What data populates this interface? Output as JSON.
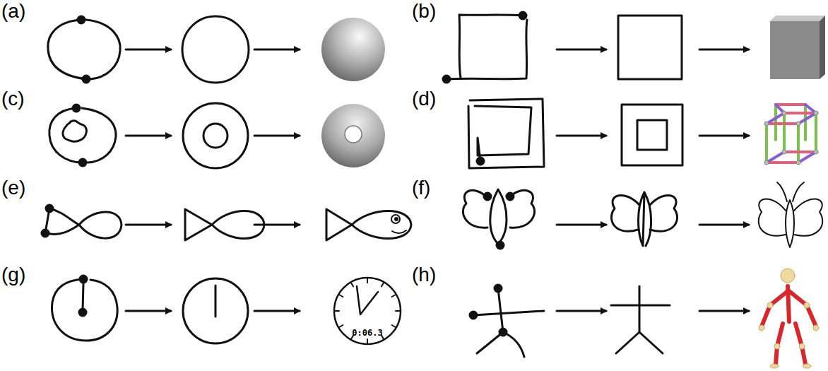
{
  "diagram": {
    "labels": [
      "(a)",
      "(b)",
      "(c)",
      "(d)",
      "(e)",
      "(f)",
      "(g)",
      "0:06.3",
      "(h)"
    ]
  }
}
